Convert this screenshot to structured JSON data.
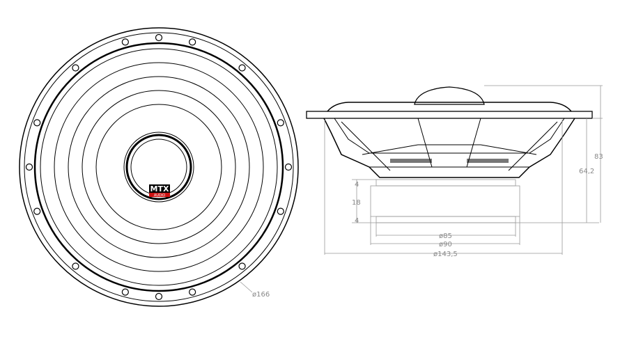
{
  "front_view": {
    "logo_text": "MTX AUDIO",
    "diameter_label": "ø166"
  },
  "side_view": {
    "dimensions": {
      "total_height": "83",
      "mount_depth": "64,2",
      "top_plate": "4",
      "magnet_height": "18",
      "bottom_plate": "4",
      "plate_diameter": "ø85",
      "magnet_diameter": "ø90",
      "cutout_diameter": "ø143,5"
    }
  },
  "colors": {
    "lines": "#000000",
    "dimensions": "#888888",
    "logo_red": "#cc1111"
  }
}
